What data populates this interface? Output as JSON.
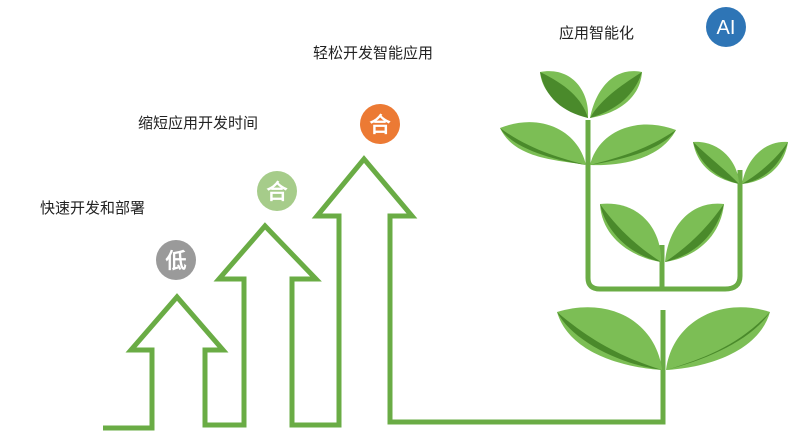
{
  "colors": {
    "line": "#6aac45",
    "leaf_light": "#7cbe55",
    "leaf_dark": "#4a8a2b",
    "badge_low": "#9a9a9a",
    "badge_he_light": "#a6cc8a",
    "badge_he_orange": "#ec7a34",
    "badge_ai": "#2e75b6"
  },
  "steps": [
    {
      "label": "快速开发和部署",
      "badge": "低"
    },
    {
      "label": "缩短应用开发时间",
      "badge": "合"
    },
    {
      "label": "轻松开发智能应用",
      "badge": "合"
    }
  ],
  "goal": {
    "label": "应用智能化",
    "badge": "AI"
  }
}
